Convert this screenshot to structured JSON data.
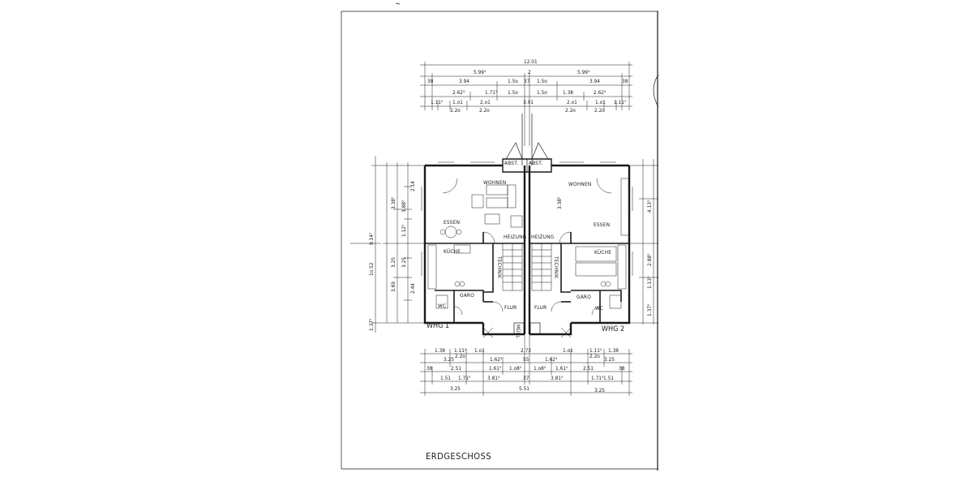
{
  "drawing": {
    "title": "ERDGESCHOSS",
    "units": [
      {
        "label": "WHG 1"
      },
      {
        "label": "WHG 2"
      }
    ],
    "rooms": {
      "wohnen": "WOHNEN",
      "essen": "ESSEN",
      "kuche": "KÜCHE",
      "heizung": "HEIZUNG",
      "technik": "TECHNIK",
      "flur": "FLUR",
      "garo": "GARO",
      "wc": "WC",
      "abst": "ABST.",
      "muel": "MÜEL"
    },
    "top_dims": {
      "row1": [
        "12.01"
      ],
      "row2": [
        "5.99⁵",
        "2",
        "5.99⁵"
      ],
      "row3": [
        "38",
        "3.94",
        "1.5o",
        "37",
        "1.5o",
        "3.94",
        "38"
      ],
      "row4": [
        "2.62⁵",
        "1.71⁵",
        "1.5o",
        "1.5o",
        "1.38",
        "2.62⁵"
      ],
      "row5": [
        "1.11⁵",
        "1.o1",
        "2.o1",
        "3.01",
        "2.o1",
        "1.o1",
        "1.11⁵"
      ],
      "row6": [
        "2.2o",
        "2.2o",
        "2.2o",
        "2.2o"
      ]
    },
    "left_dims": {
      "col_a": [
        "9.14⁵",
        "1o.52",
        "1.37⁵"
      ],
      "col_b": [
        "3.38⁵",
        "3.25",
        "3.69"
      ],
      "col_c": [
        "2.14",
        "3.88⁵",
        "1.12⁵",
        "3.25",
        "2.44"
      ]
    },
    "right_dims": [
      "3.38⁵",
      "4.13⁵",
      "2.88⁵",
      "1.13⁵",
      "1.37⁵"
    ],
    "bottom_dims": {
      "row1": [
        "1.38",
        "1.11⁵",
        "1.o1",
        "2.73",
        "1.o1",
        "1.11⁵",
        "1.38"
      ],
      "row2": [
        "3.25",
        "2.2o",
        "1.62⁵",
        "55",
        "1.62⁵",
        "2.2o",
        "3.25"
      ],
      "row3": [
        "38",
        "2.51",
        "1.61⁵",
        "1.o8⁵",
        "1.o8⁵",
        "1.61⁵",
        "2.51",
        "38"
      ],
      "row4": [
        "1.51",
        "1.71⁵",
        "3.81⁵",
        "37",
        "3.81⁵",
        "1.71⁵",
        "1.51"
      ],
      "row5": [
        "3.25",
        "5.51",
        "3.25"
      ]
    }
  }
}
